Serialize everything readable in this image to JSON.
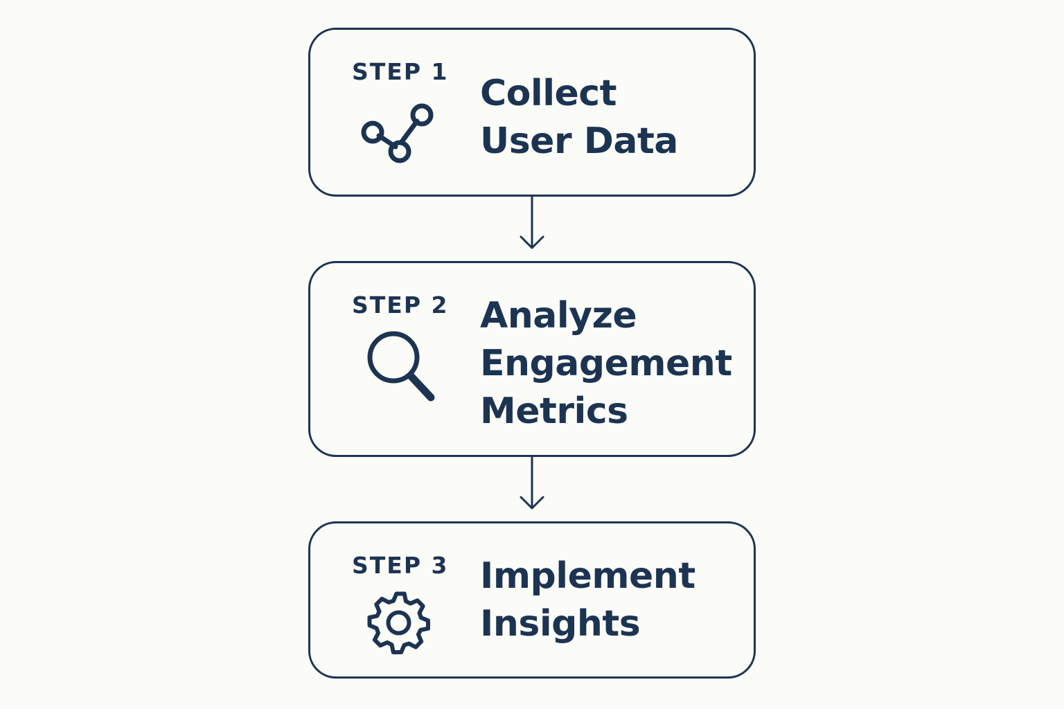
{
  "colors": {
    "background": "#fbfbf8",
    "ink": "#1c3452"
  },
  "steps": [
    {
      "label": "STEP 1",
      "title": "Collect\nUser Data",
      "icon": "share-nodes-icon"
    },
    {
      "label": "STEP 2",
      "title": "Analyze\nEngagement\nMetrics",
      "icon": "magnifier-icon"
    },
    {
      "label": "STEP 3",
      "title": "Implement\nInsights",
      "icon": "gear-icon"
    }
  ]
}
